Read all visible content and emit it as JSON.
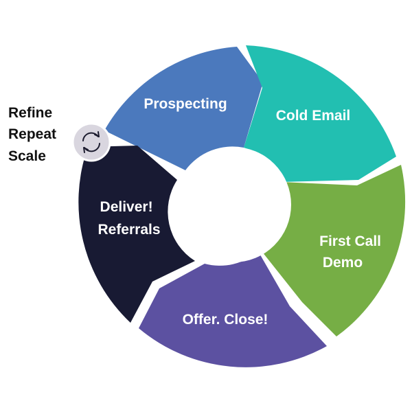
{
  "diagram": {
    "side_note": {
      "lines": [
        "Refine",
        "Repeat",
        "Scale"
      ],
      "icon": "refresh-cycle-icon",
      "icon_bg": "#d9d6df",
      "icon_stroke": "#1b1b2e"
    },
    "segments": [
      {
        "id": "prospecting",
        "lines": [
          "Prospecting"
        ],
        "color": "#4b79bd"
      },
      {
        "id": "cold-email",
        "lines": [
          "Cold Email"
        ],
        "color": "#22bfb1"
      },
      {
        "id": "first-call-demo",
        "lines": [
          "First Call",
          "Demo"
        ],
        "color": "#76ae45"
      },
      {
        "id": "offer-close",
        "lines": [
          "Offer. Close!"
        ],
        "color": "#5c51a1"
      },
      {
        "id": "deliver-referrals",
        "lines": [
          "Deliver!",
          "Referrals"
        ],
        "color": "#181a33"
      }
    ]
  }
}
